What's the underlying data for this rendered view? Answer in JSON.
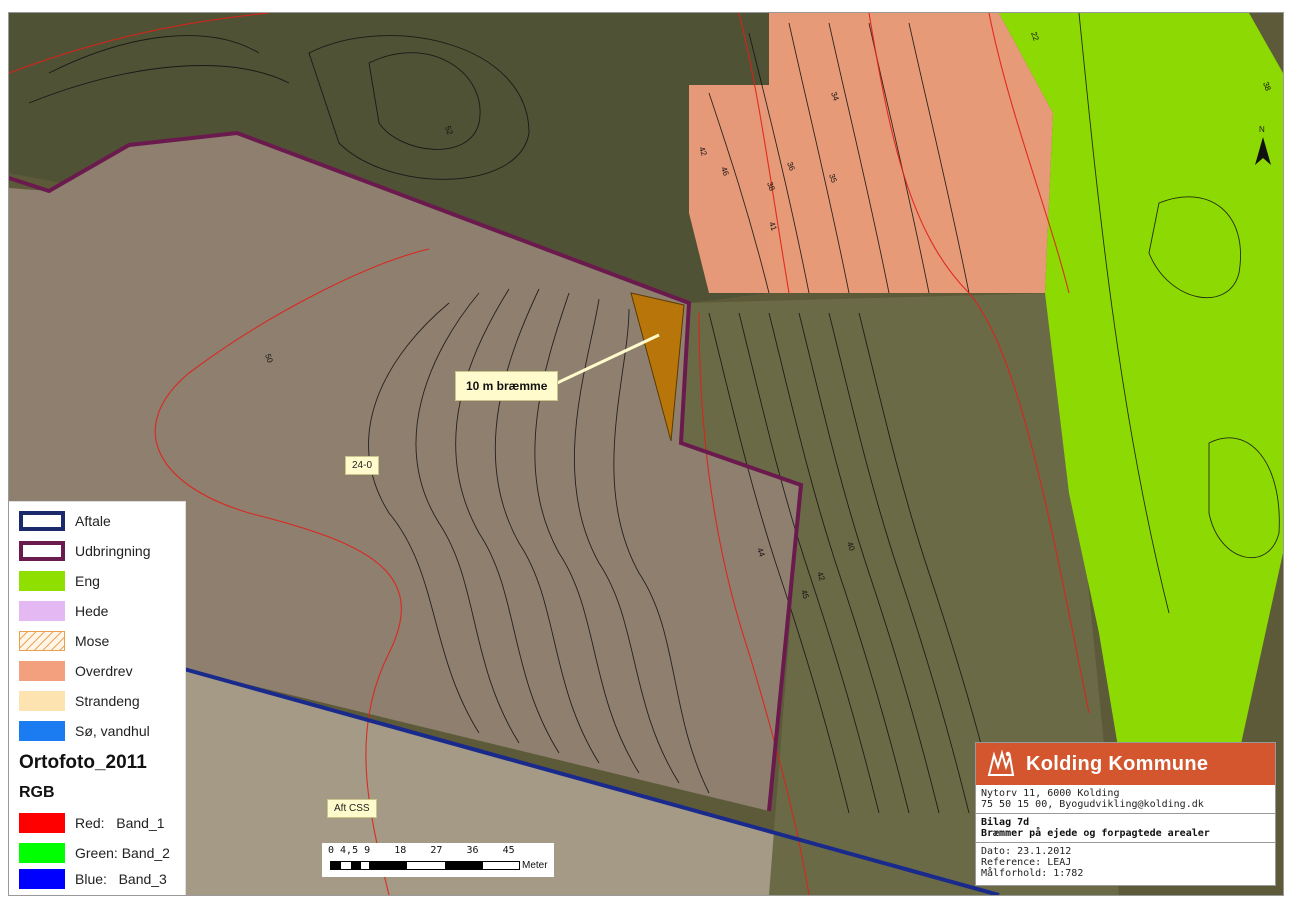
{
  "map": {
    "callout_label": "10 m bræmme",
    "field_labels": [
      "24-0",
      "Aft CSS"
    ],
    "contour_labels": [
      "50",
      "38",
      "42",
      "46",
      "41",
      "36",
      "35",
      "34",
      "40",
      "42",
      "44",
      "45",
      "38",
      "52",
      "22"
    ],
    "north_arrow": "north-arrow-icon"
  },
  "legend": {
    "items": [
      {
        "label": "Aftale",
        "swatch": "outline",
        "color": "#1a2a6c"
      },
      {
        "label": "Udbringning",
        "swatch": "outline",
        "color": "#6b1a4e"
      },
      {
        "label": "Eng",
        "swatch": "fill",
        "color": "#8fe000"
      },
      {
        "label": "Hede",
        "swatch": "fill",
        "color": "#e4b8f2"
      },
      {
        "label": "Mose",
        "swatch": "hatch",
        "color": "#e8a050"
      },
      {
        "label": "Overdrev",
        "swatch": "fill",
        "color": "#f2a07e"
      },
      {
        "label": "Strandeng",
        "swatch": "fill",
        "color": "#fde3b0"
      },
      {
        "label": "Sø, vandhul",
        "swatch": "fill",
        "color": "#1a7cf0"
      }
    ],
    "raster_title": "Ortofoto_2011",
    "raster_sub": "RGB",
    "bands": [
      {
        "label": "Red:   Band_1",
        "color": "#ff0000"
      },
      {
        "label": "Green: Band_2",
        "color": "#00ff00"
      },
      {
        "label": "Blue:   Band_3",
        "color": "#0000ff"
      }
    ]
  },
  "scalebar": {
    "ticks": "0 4,5 9    18    27    36    45",
    "unit": "Meter"
  },
  "titlebox": {
    "org": "Kolding Kommune",
    "address": "Nytorv 11, 6000 Kolding",
    "contact": "75 50 15 00, Byogudvikling@kolding.dk",
    "doc_id": "Bilag 7d",
    "doc_title": "Bræmmer på ejede og forpagtede arealer",
    "date": "Dato: 23.1.2012",
    "reference": "Reference: LEAJ",
    "scale": "Målforhold: 1:782",
    "brand_color": "#d4562e"
  }
}
